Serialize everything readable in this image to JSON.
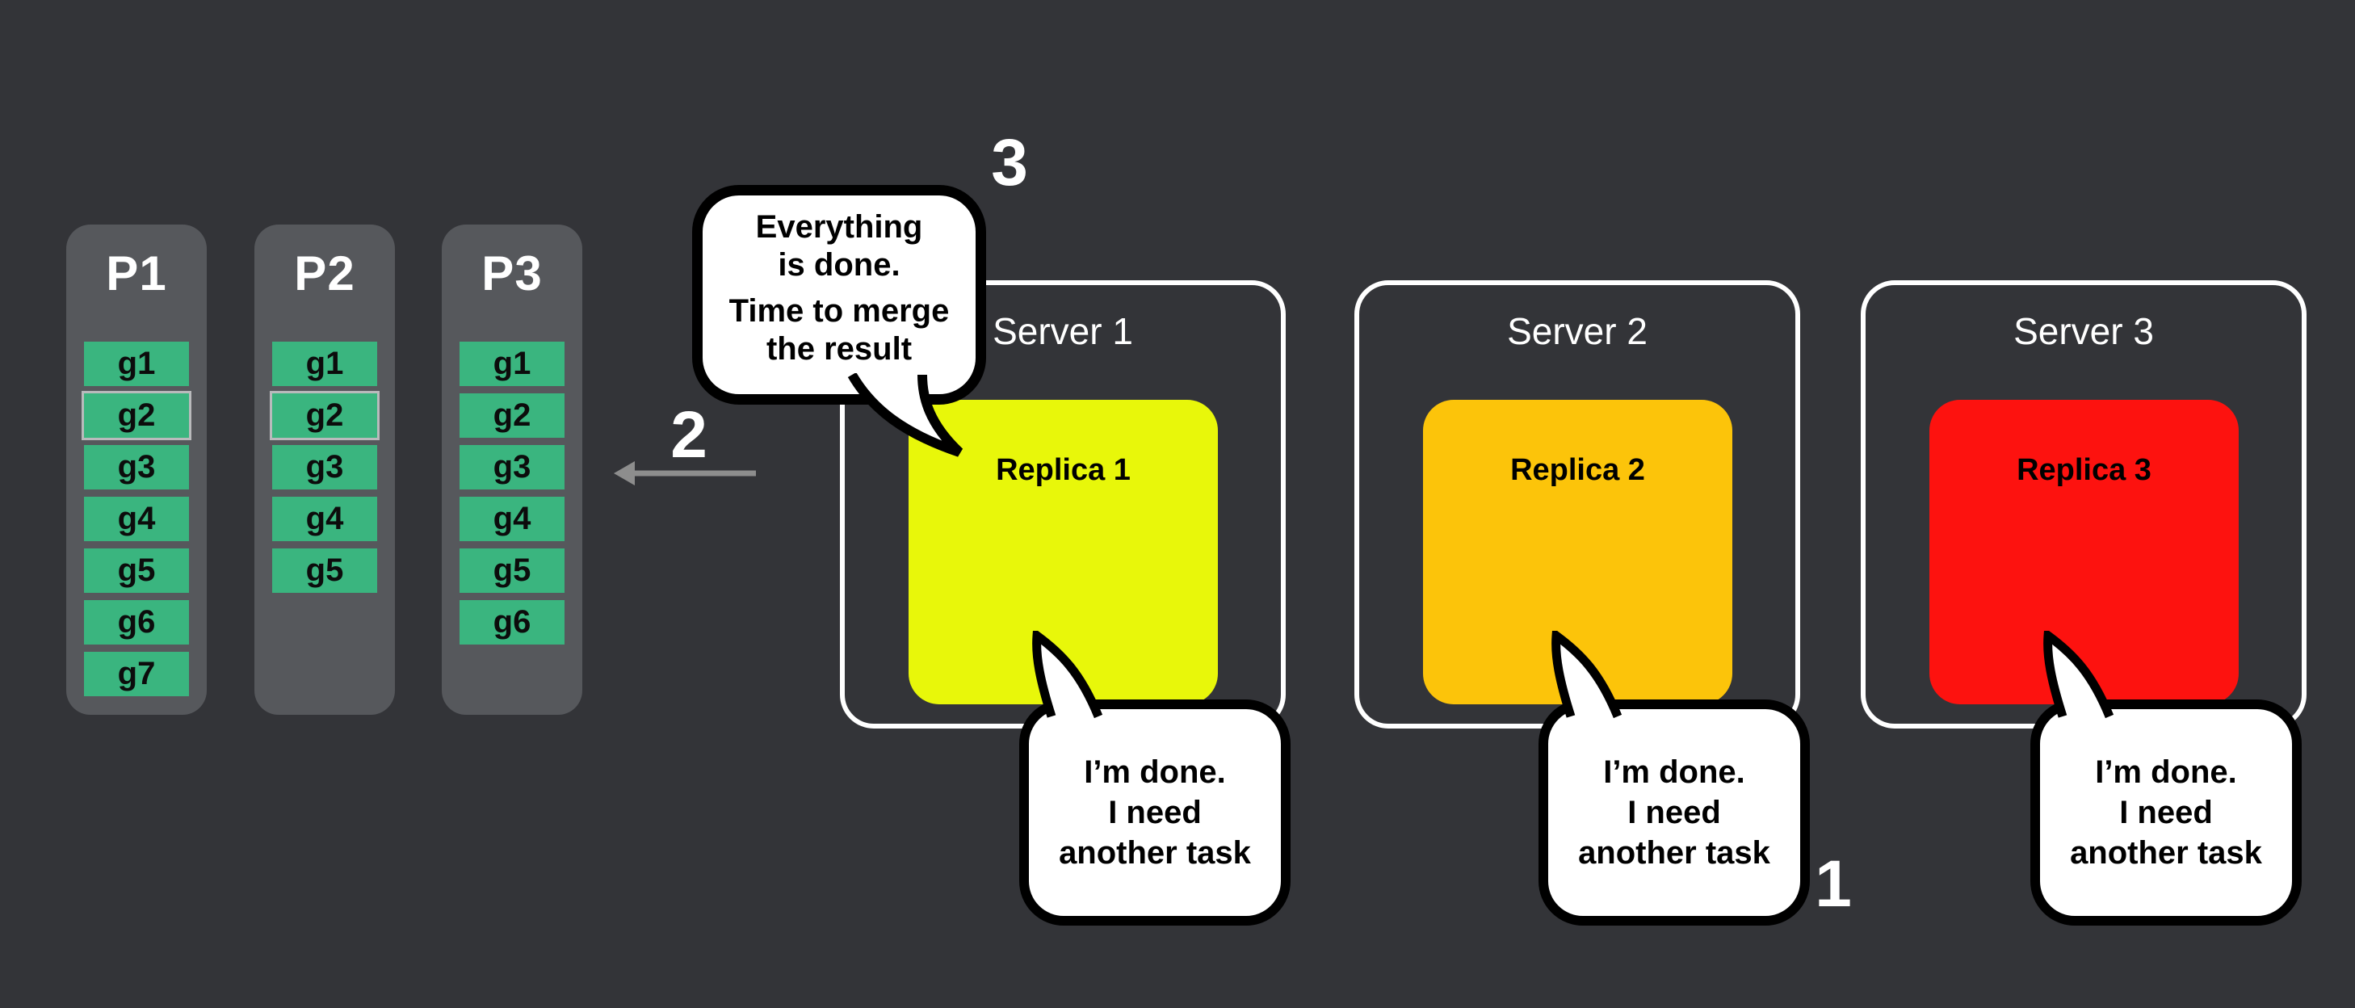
{
  "canvas": {
    "background": "#333438"
  },
  "partitions": {
    "panel_color": "#56585c",
    "task_color": "#3ab57f",
    "columns": [
      {
        "label": "P1",
        "tasks": [
          "g1",
          "g2",
          "g3",
          "g4",
          "g5",
          "g6",
          "g7"
        ]
      },
      {
        "label": "P2",
        "tasks": [
          "g1",
          "g2",
          "g3",
          "g4",
          "g5"
        ]
      },
      {
        "label": "P3",
        "tasks": [
          "g1",
          "g2",
          "g3",
          "g4",
          "g5",
          "g6"
        ]
      }
    ]
  },
  "steps": {
    "one": "1",
    "two": "2",
    "three": "3"
  },
  "arrow": {
    "color": "#8d8d8d",
    "direction": "left"
  },
  "merge_bubble": {
    "line1": "Everything",
    "line2": "is done.",
    "line3": "Time to merge",
    "line4": "the result"
  },
  "worker_bubble": {
    "line1": "I’m done.",
    "line2": "I need",
    "line3": "another task"
  },
  "servers": [
    {
      "title": "Server 1",
      "replica_label": "Replica 1",
      "replica_color": "#e8f70a"
    },
    {
      "title": "Server 2",
      "replica_label": "Replica 2",
      "replica_color": "#fcc40a"
    },
    {
      "title": "Server 3",
      "replica_label": "Replica 3",
      "replica_color": "#fd120f"
    }
  ]
}
